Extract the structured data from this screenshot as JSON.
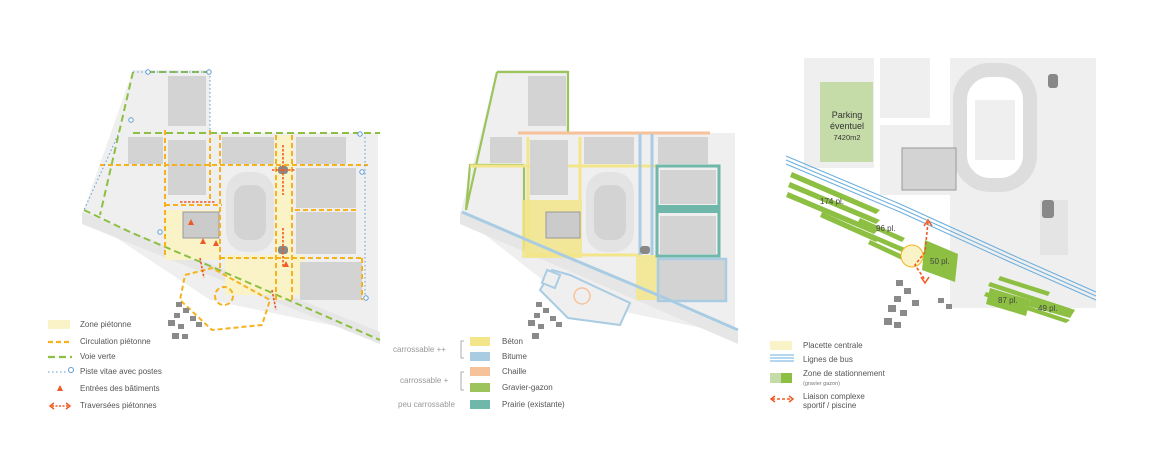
{
  "colors": {
    "ground": "#efefef",
    "building": "#d3d3d3",
    "pedestrian_zone": "#fbf3c8",
    "circulation": "#f5b21e",
    "green_way": "#8dbf43",
    "cycle_track": "#5b9bd5",
    "entrance": "#ef5a24",
    "crossing": "#ef5a24",
    "beton": "#f3e58a",
    "bitume": "#a9cce3",
    "chaille": "#f6c29a",
    "gravier": "#9dc45a",
    "prairie": "#6fb7a8",
    "parking_green": "#c6dca8",
    "bus": "#6aaedc"
  },
  "map1": {
    "legend": [
      {
        "label": "Zone piétonne",
        "swatch": "fill-icon"
      },
      {
        "label": "Circulation piétonne",
        "swatch": "dash-orange-icon"
      },
      {
        "label": "Voie verte",
        "swatch": "dash-green-icon"
      },
      {
        "label": "Piste vitae avec postes",
        "swatch": "dotted-blue-circle-icon"
      },
      {
        "label": "Entrées des bâtiments",
        "swatch": "triangle-icon"
      },
      {
        "label": "Traversées piétonnes",
        "swatch": "double-arrow-icon"
      }
    ]
  },
  "map2": {
    "groups": [
      {
        "label": "carrossable ++",
        "items": [
          "Béton",
          "Bitume"
        ]
      },
      {
        "label": "carrossable +",
        "items": [
          "Chaille",
          "Gravier-gazon"
        ]
      },
      {
        "label": "peu carrossable",
        "items": [
          "Prairie (existante)"
        ]
      }
    ]
  },
  "map3": {
    "parking_title": "Parking éventuel",
    "parking_area": "7420m2",
    "lot_labels": [
      "174 pl.",
      "96 pl.",
      "50 pl.",
      "87 pl.",
      "49 pl."
    ],
    "legend": {
      "placette": "Placette centrale",
      "bus": "Lignes de bus",
      "parking": "Zone de stationnement",
      "parking_sub": "(gravier gazon)",
      "liaison_line1": "Liaison complexe",
      "liaison_line2": "sportif / piscine"
    }
  }
}
